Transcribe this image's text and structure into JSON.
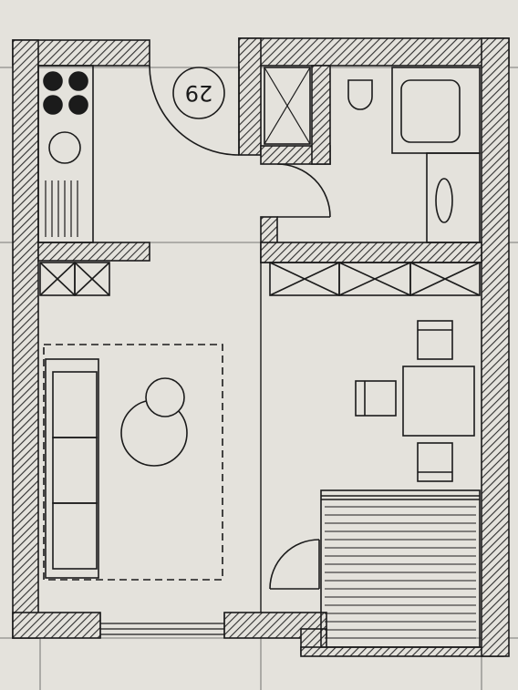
{
  "plan": {
    "unit_number": "29",
    "rooms": [
      "kitchen",
      "bathroom",
      "living-room",
      "bedroom",
      "entry"
    ],
    "colors": {
      "paper": "#e4e2dc",
      "ink": "#1b1b1b",
      "hatch": "#3a3a3a"
    }
  }
}
